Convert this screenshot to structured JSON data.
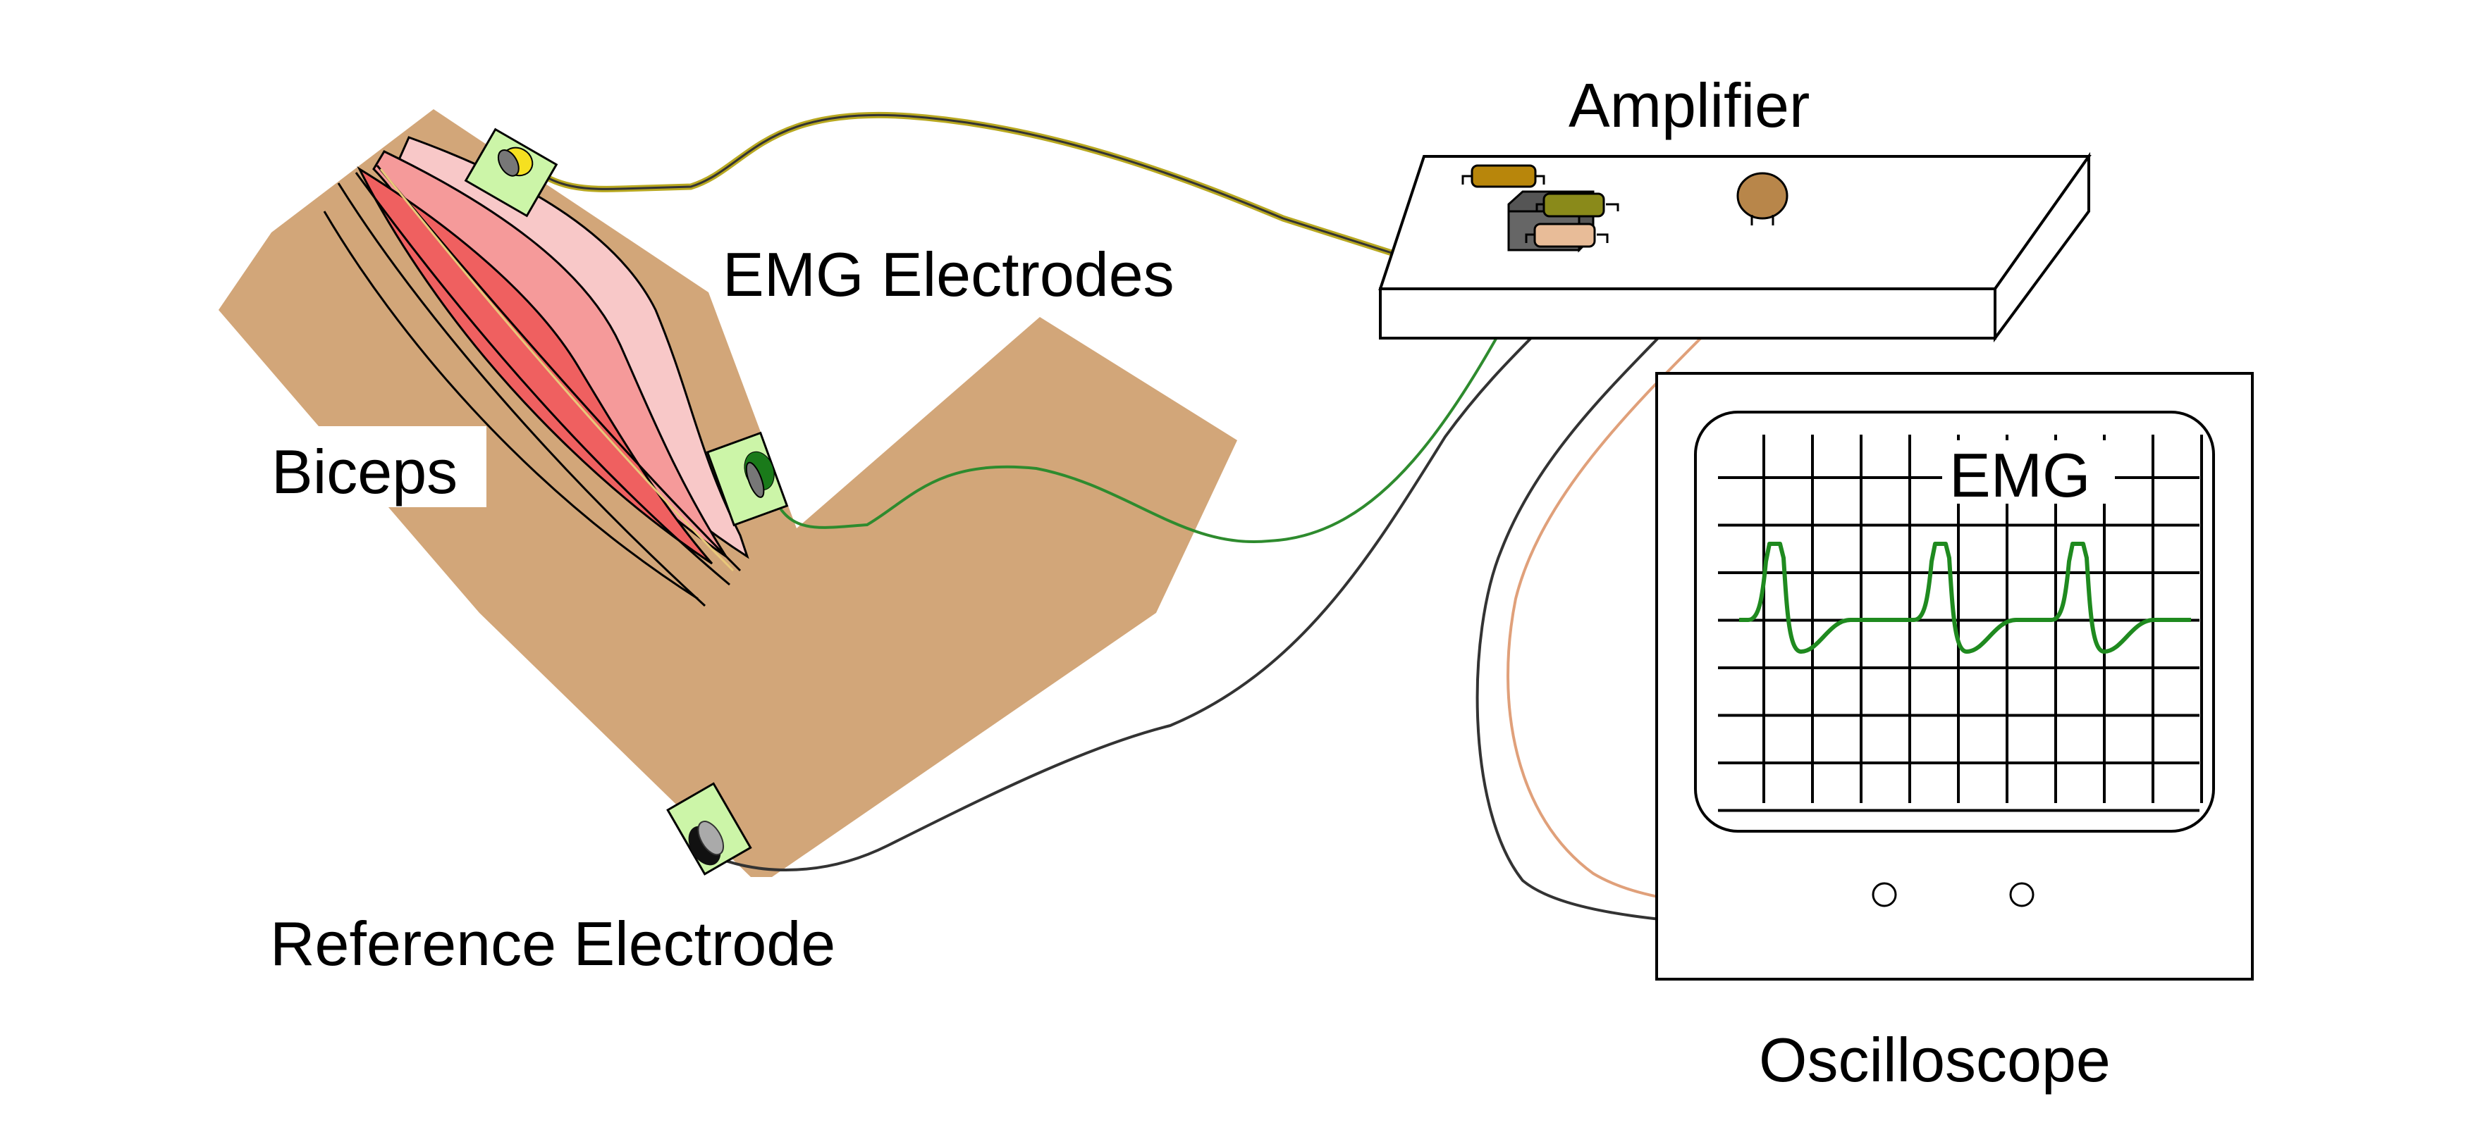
{
  "labels": {
    "amplifier": "Amplifier",
    "emg_electrodes": "EMG Electrodes",
    "biceps": "Biceps",
    "reference_electrode": "Reference Electrode",
    "oscilloscope": "Oscilloscope",
    "screen_title": "EMG"
  },
  "colors": {
    "skin": "#d2a679",
    "electrode_pad": "#ccf5a8",
    "wire_yellow": "#b8a820",
    "wire_green": "#2e8b2e",
    "wire_black": "#333333",
    "wire_orange": "#e0a07a",
    "trace": "#1f8a1f",
    "muscle_light": "#f8c8c8",
    "muscle_mid": "#f59a9a",
    "muscle_dark": "#ef6060",
    "component_dark": "#666666",
    "component_gold": "#b8860b",
    "component_olive": "#8a8a1a",
    "component_tan": "#e8bc98",
    "component_brown": "#b8864a"
  },
  "electrodes": [
    {
      "name": "emg-electrode-upper",
      "contact_color": "#f5e020"
    },
    {
      "name": "emg-electrode-lower",
      "contact_color": "#1a7a1a"
    },
    {
      "name": "reference-electrode",
      "contact_color": "#111111"
    }
  ],
  "oscilloscope": {
    "grid_rows": 7,
    "grid_cols": 9,
    "trace_pulses": 3,
    "input_terminals": 2
  }
}
